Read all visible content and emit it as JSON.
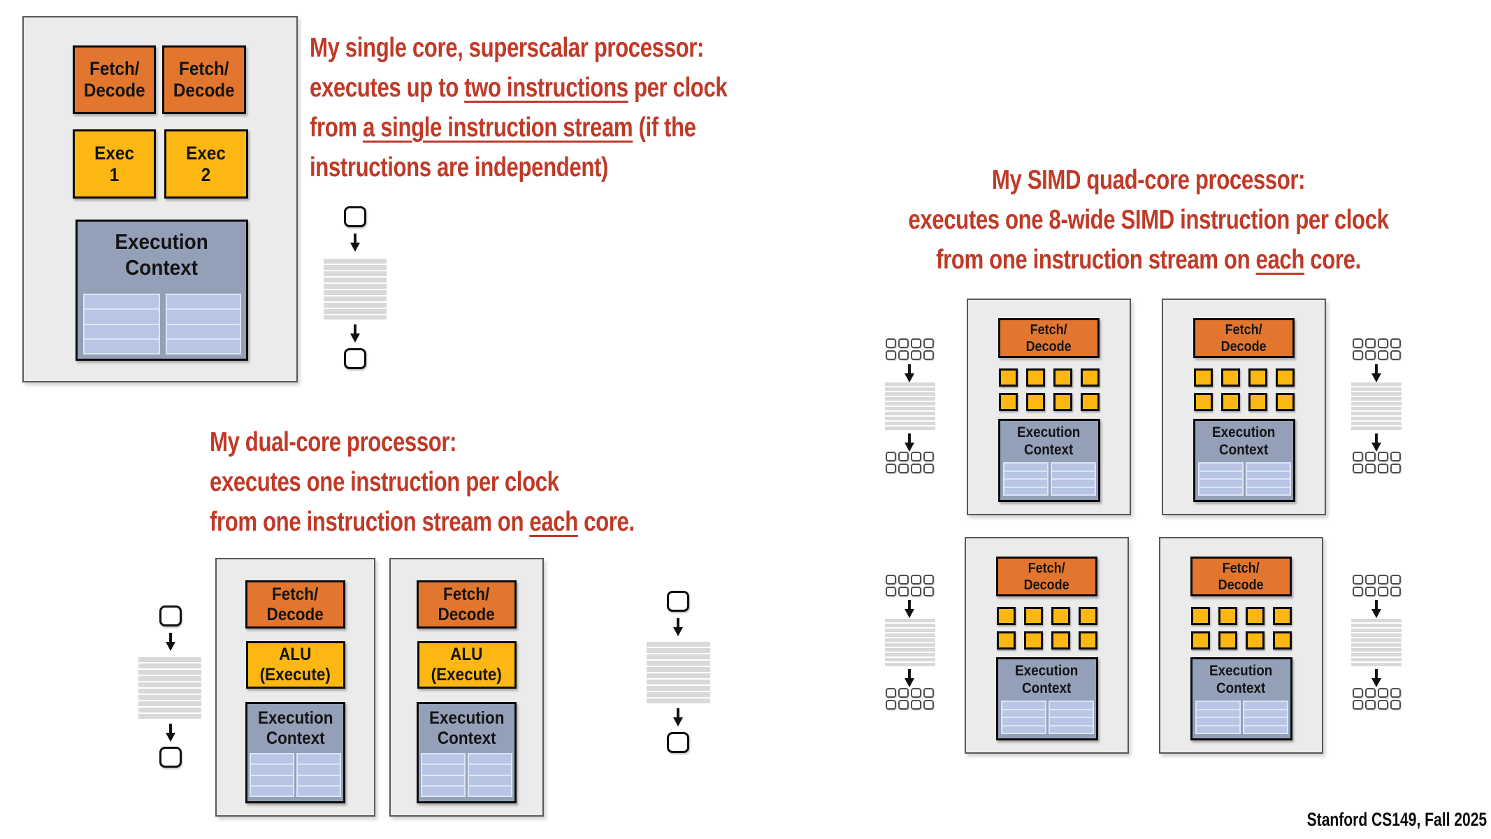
{
  "colors": {
    "red_text": "#C03A28",
    "orange": "#E2762F",
    "yellow": "#FCB712",
    "slate": "#93A0B8",
    "regfile_fill": "#B8C5E4",
    "regfile_line": "#DDE5F5",
    "panel_bg": "#EBEBEB",
    "panel_border": "#59595B",
    "stack_bar": "#D9D9D9"
  },
  "labels": {
    "fetch_decode": [
      "Fetch/",
      "Decode"
    ],
    "exec1": [
      "Exec",
      "1"
    ],
    "exec2": [
      "Exec",
      "2"
    ],
    "alu": [
      "ALU",
      "(Execute)"
    ],
    "execution_context": [
      "Execution",
      "Context"
    ]
  },
  "captions": {
    "superscalar": {
      "lines": [
        [
          {
            "t": "My single core, superscalar processor:"
          }
        ],
        [
          {
            "t": "executes up to "
          },
          {
            "t": "two instructions",
            "u": true
          },
          {
            "t": " per clock"
          }
        ],
        [
          {
            "t": "from "
          },
          {
            "t": "a single instruction stream",
            "u": true
          },
          {
            "t": " (if the"
          }
        ],
        [
          {
            "t": "instructions are independent)"
          }
        ]
      ]
    },
    "dual": {
      "lines": [
        [
          {
            "t": "My dual-core processor:"
          }
        ],
        [
          {
            "t": "executes one instruction per clock"
          }
        ],
        [
          {
            "t": "from one instruction stream on "
          },
          {
            "t": "each",
            "u": true
          },
          {
            "t": " core."
          }
        ]
      ]
    },
    "simd": {
      "lines": [
        [
          {
            "t": "My SIMD quad-core processor:"
          }
        ],
        [
          {
            "t": "executes one 8-wide SIMD instruction per clock"
          }
        ],
        [
          {
            "t": "from one instruction stream on "
          },
          {
            "t": "each",
            "u": true
          },
          {
            "t": " core."
          }
        ]
      ]
    }
  },
  "footer": "Stanford CS149, Fall 2025"
}
